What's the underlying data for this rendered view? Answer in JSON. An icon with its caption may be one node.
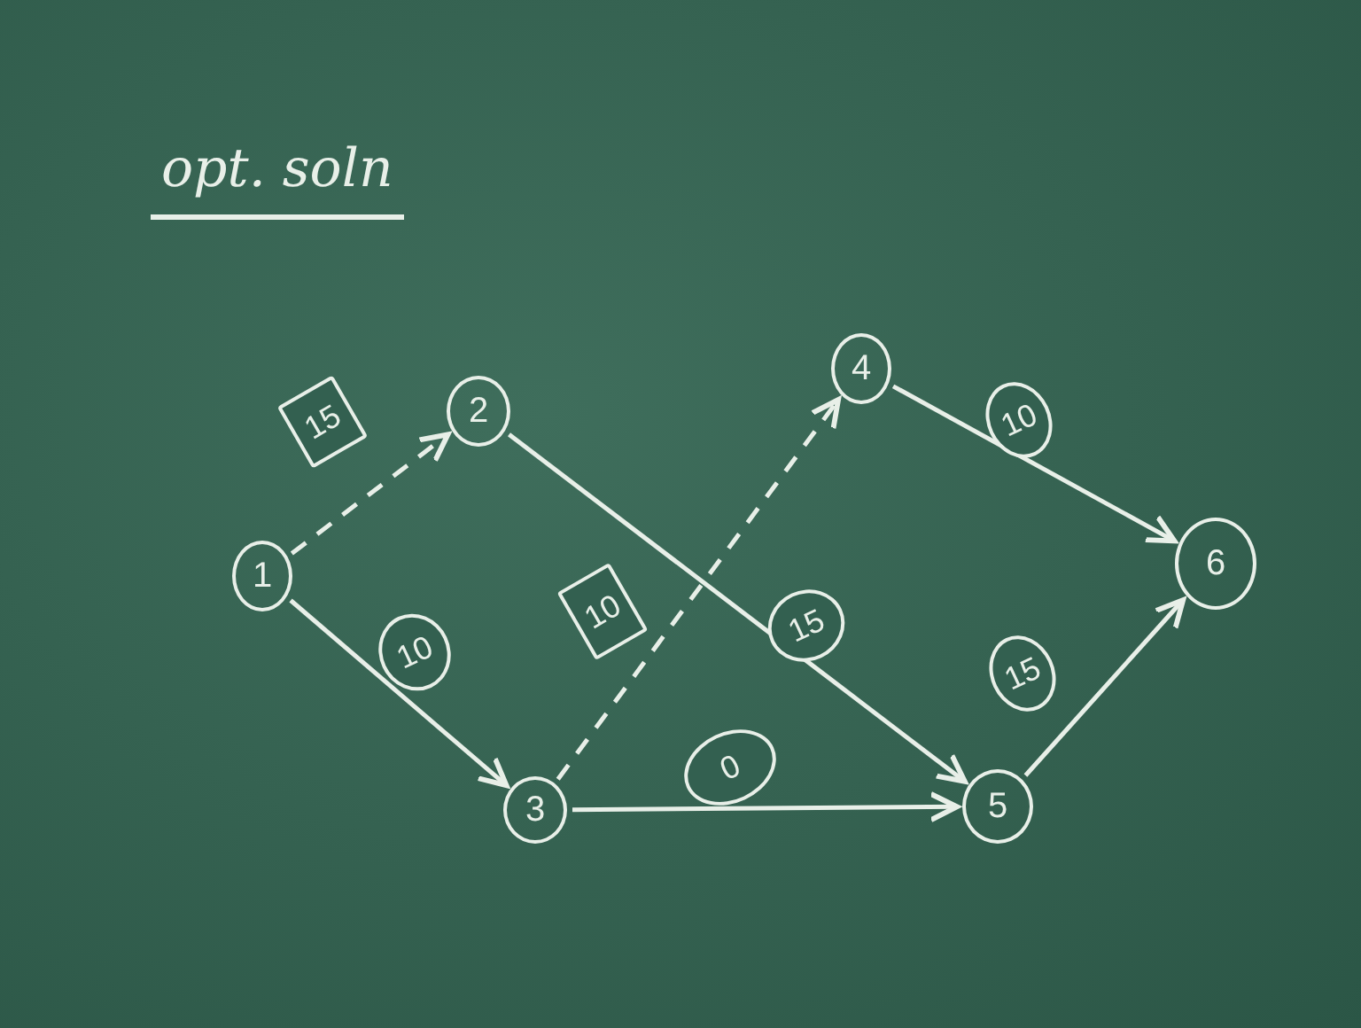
{
  "diagram": {
    "title": "opt. soln",
    "nodes": [
      {
        "text": [
          "1"
        ]
      },
      {
        "text": [
          "2"
        ]
      },
      {
        "text": [
          "3"
        ]
      },
      {
        "text": [
          "4"
        ]
      },
      {
        "text": [
          "5"
        ]
      },
      {
        "text": [
          "6"
        ]
      }
    ],
    "edges": [
      {
        "from": 0,
        "to": 1,
        "arrow": "to",
        "label": "15",
        "style": "dashed"
      },
      {
        "from": 0,
        "to": 2,
        "arrow": "to",
        "label": "10"
      },
      {
        "from": 1,
        "to": 4,
        "arrow": "to",
        "label": "15"
      },
      {
        "from": 2,
        "to": 4,
        "arrow": "to",
        "label": "0"
      },
      {
        "from": 2,
        "to": 3,
        "arrow": "to",
        "label": "10",
        "style": "dashed"
      },
      {
        "from": 3,
        "to": 5,
        "arrow": "to",
        "label": "10"
      },
      {
        "from": 4,
        "to": 5,
        "arrow": "to",
        "label": "15"
      }
    ]
  }
}
